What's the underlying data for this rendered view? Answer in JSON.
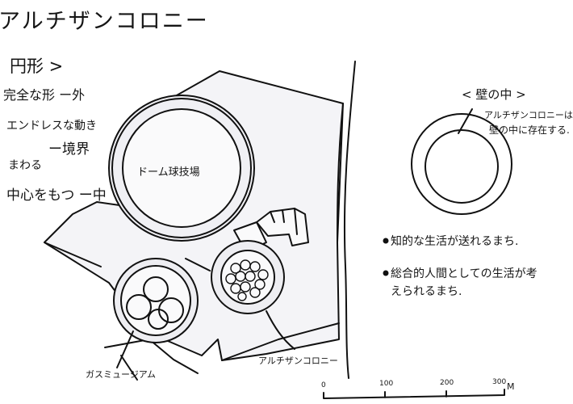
{
  "title": "アルチザンコロニー",
  "left_notes": {
    "heading": "円形 >",
    "items": [
      "完全な形 ー外",
      "エンドレスな動き",
      "ー境界",
      "まわる",
      "中心をもつ ー中"
    ]
  },
  "map_labels": {
    "dome": "ドーム球技場",
    "gas_museum": "ガスミュージアム",
    "colony": "アルチザンコロニー"
  },
  "wall_section": {
    "heading": "< 壁の中 >",
    "note_line1": "アルチザンコロニーは",
    "note_line2": "壁の中に存在する."
  },
  "bullets": [
    "知的な生活が送れるまち.",
    "総合的人間としての生活が考",
    "えられるまち."
  ],
  "scale": {
    "ticks": [
      "0",
      "100",
      "200",
      "300"
    ],
    "unit": "M"
  }
}
